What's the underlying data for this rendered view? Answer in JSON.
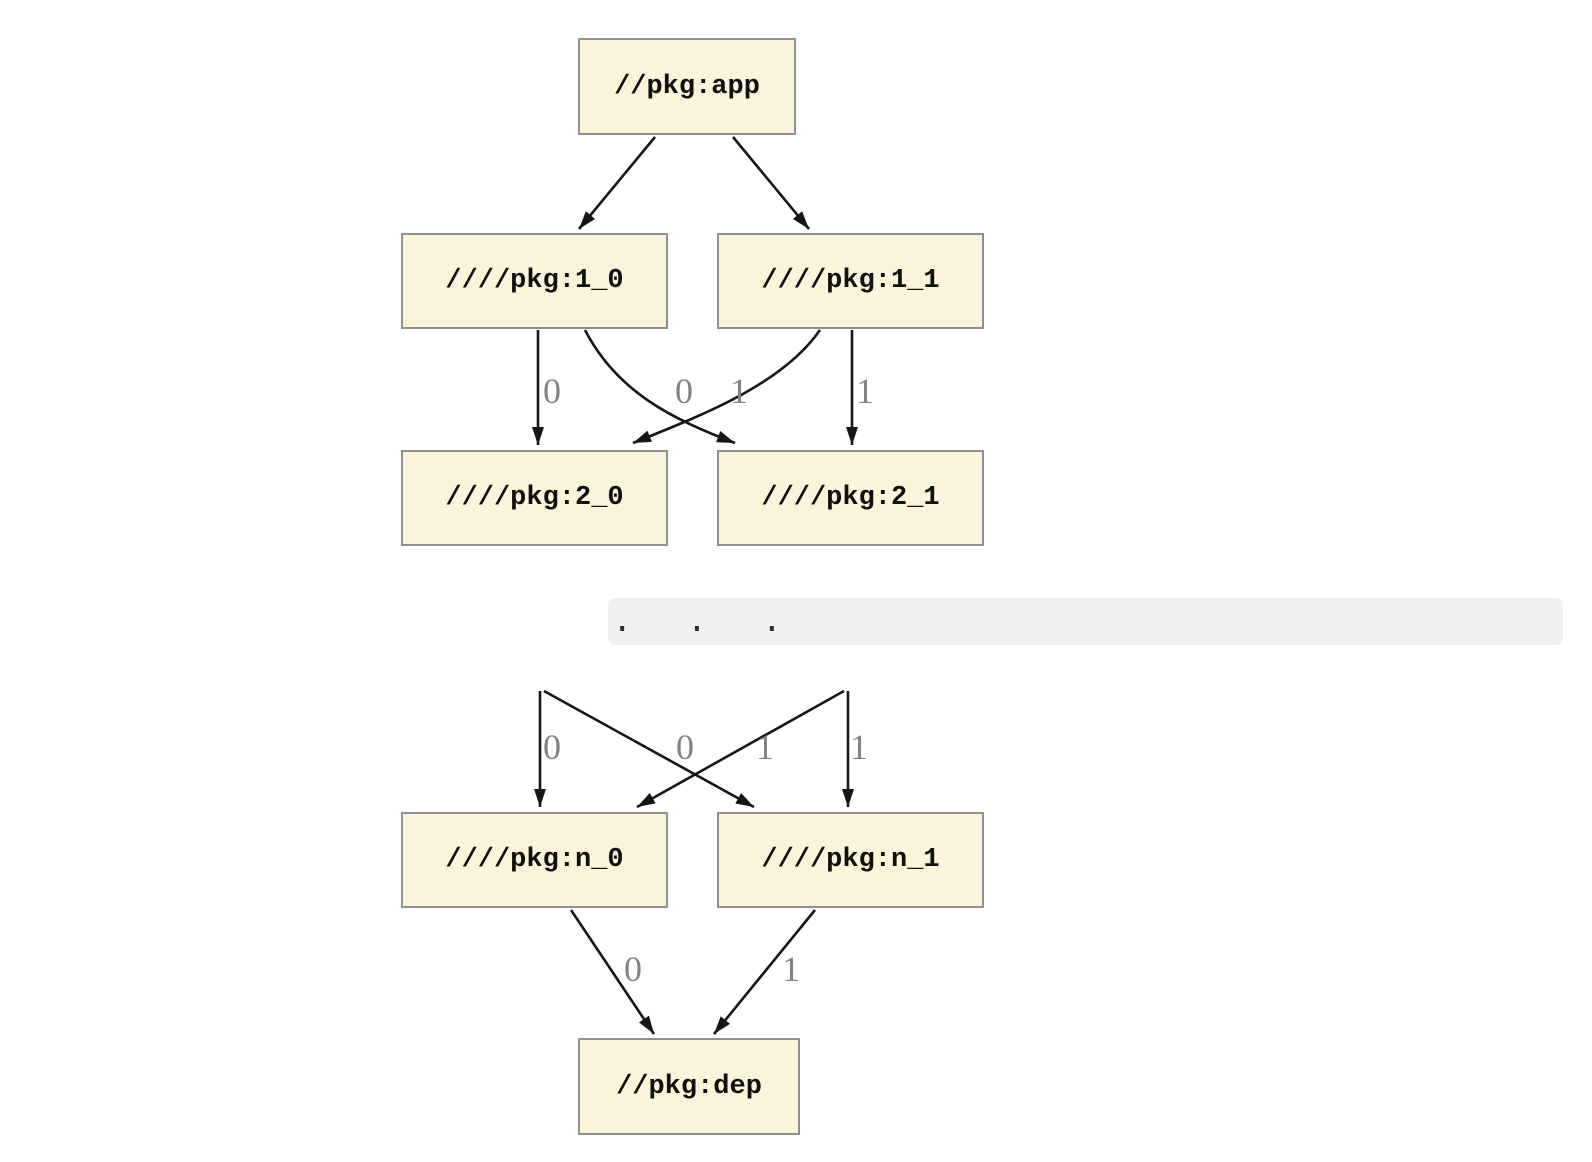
{
  "diagram": {
    "nodes": {
      "app": {
        "label": "//pkg:app"
      },
      "l1_0": {
        "label": "////pkg:1_0"
      },
      "l1_1": {
        "label": "////pkg:1_1"
      },
      "l2_0": {
        "label": "////pkg:2_0"
      },
      "l2_1": {
        "label": "////pkg:2_1"
      },
      "ln_0": {
        "label": "////pkg:n_0"
      },
      "ln_1": {
        "label": "////pkg:n_1"
      },
      "dep": {
        "label": "//pkg:dep"
      }
    },
    "ellipsis": ". . .",
    "edges": [
      {
        "from": "//pkg:app",
        "to": "////pkg:1_0",
        "label": ""
      },
      {
        "from": "//pkg:app",
        "to": "////pkg:1_1",
        "label": ""
      },
      {
        "from": "////pkg:1_0",
        "to": "////pkg:2_0",
        "label": "0"
      },
      {
        "from": "////pkg:1_1",
        "to": "////pkg:2_0",
        "label": "0"
      },
      {
        "from": "////pkg:1_0",
        "to": "////pkg:2_1",
        "label": "1"
      },
      {
        "from": "////pkg:1_1",
        "to": "////pkg:2_1",
        "label": "1"
      },
      {
        "from": "...",
        "to": "////pkg:n_0",
        "label": "0"
      },
      {
        "from": "...",
        "to": "////pkg:n_0",
        "label": "0"
      },
      {
        "from": "...",
        "to": "////pkg:n_1",
        "label": "1"
      },
      {
        "from": "...",
        "to": "////pkg:n_1",
        "label": "1"
      },
      {
        "from": "////pkg:n_0",
        "to": "//pkg:dep",
        "label": "0"
      },
      {
        "from": "////pkg:n_1",
        "to": "//pkg:dep",
        "label": "1"
      }
    ]
  },
  "colors": {
    "background": "#ffffff",
    "node_fill": "#fbf4da",
    "node_border": "#909090",
    "edge": "#161616",
    "edge_label": "#828282",
    "ellipsis_background": "#f0f0f0",
    "ellipsis_dots": "#2e2e2e"
  }
}
